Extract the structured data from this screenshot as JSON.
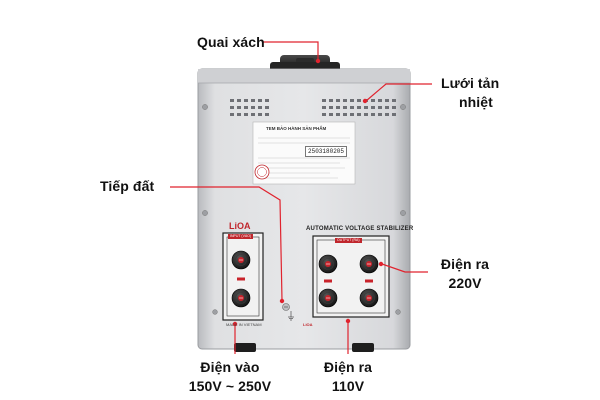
{
  "labels": {
    "handle": "Quai xách",
    "heatsink": [
      "Lưới tản",
      "nhiệt"
    ],
    "ground": "Tiếp đất",
    "output_220": [
      "Điện ra",
      "220V"
    ],
    "input": [
      "Điện vào",
      "150V ~ 250V"
    ],
    "output_110": [
      "Điện ra",
      "110V"
    ]
  },
  "device": {
    "brand": "LiOA",
    "input_badge": "INPUT (VÀO)",
    "output_badge": "OUTPUT (RA)",
    "panel_title": "AUTOMATIC VOLTAGE STABILIZER",
    "sticker_title": "TEM BẢO HÀNH SẢN PHẨM",
    "serial": "2503180205",
    "made_in": "MADE IN VIETNAM",
    "footer_brand": "LiOA"
  },
  "colors": {
    "callout_line": "#e0232e",
    "body": "#d9dadc",
    "brand_red": "#c0262c"
  }
}
